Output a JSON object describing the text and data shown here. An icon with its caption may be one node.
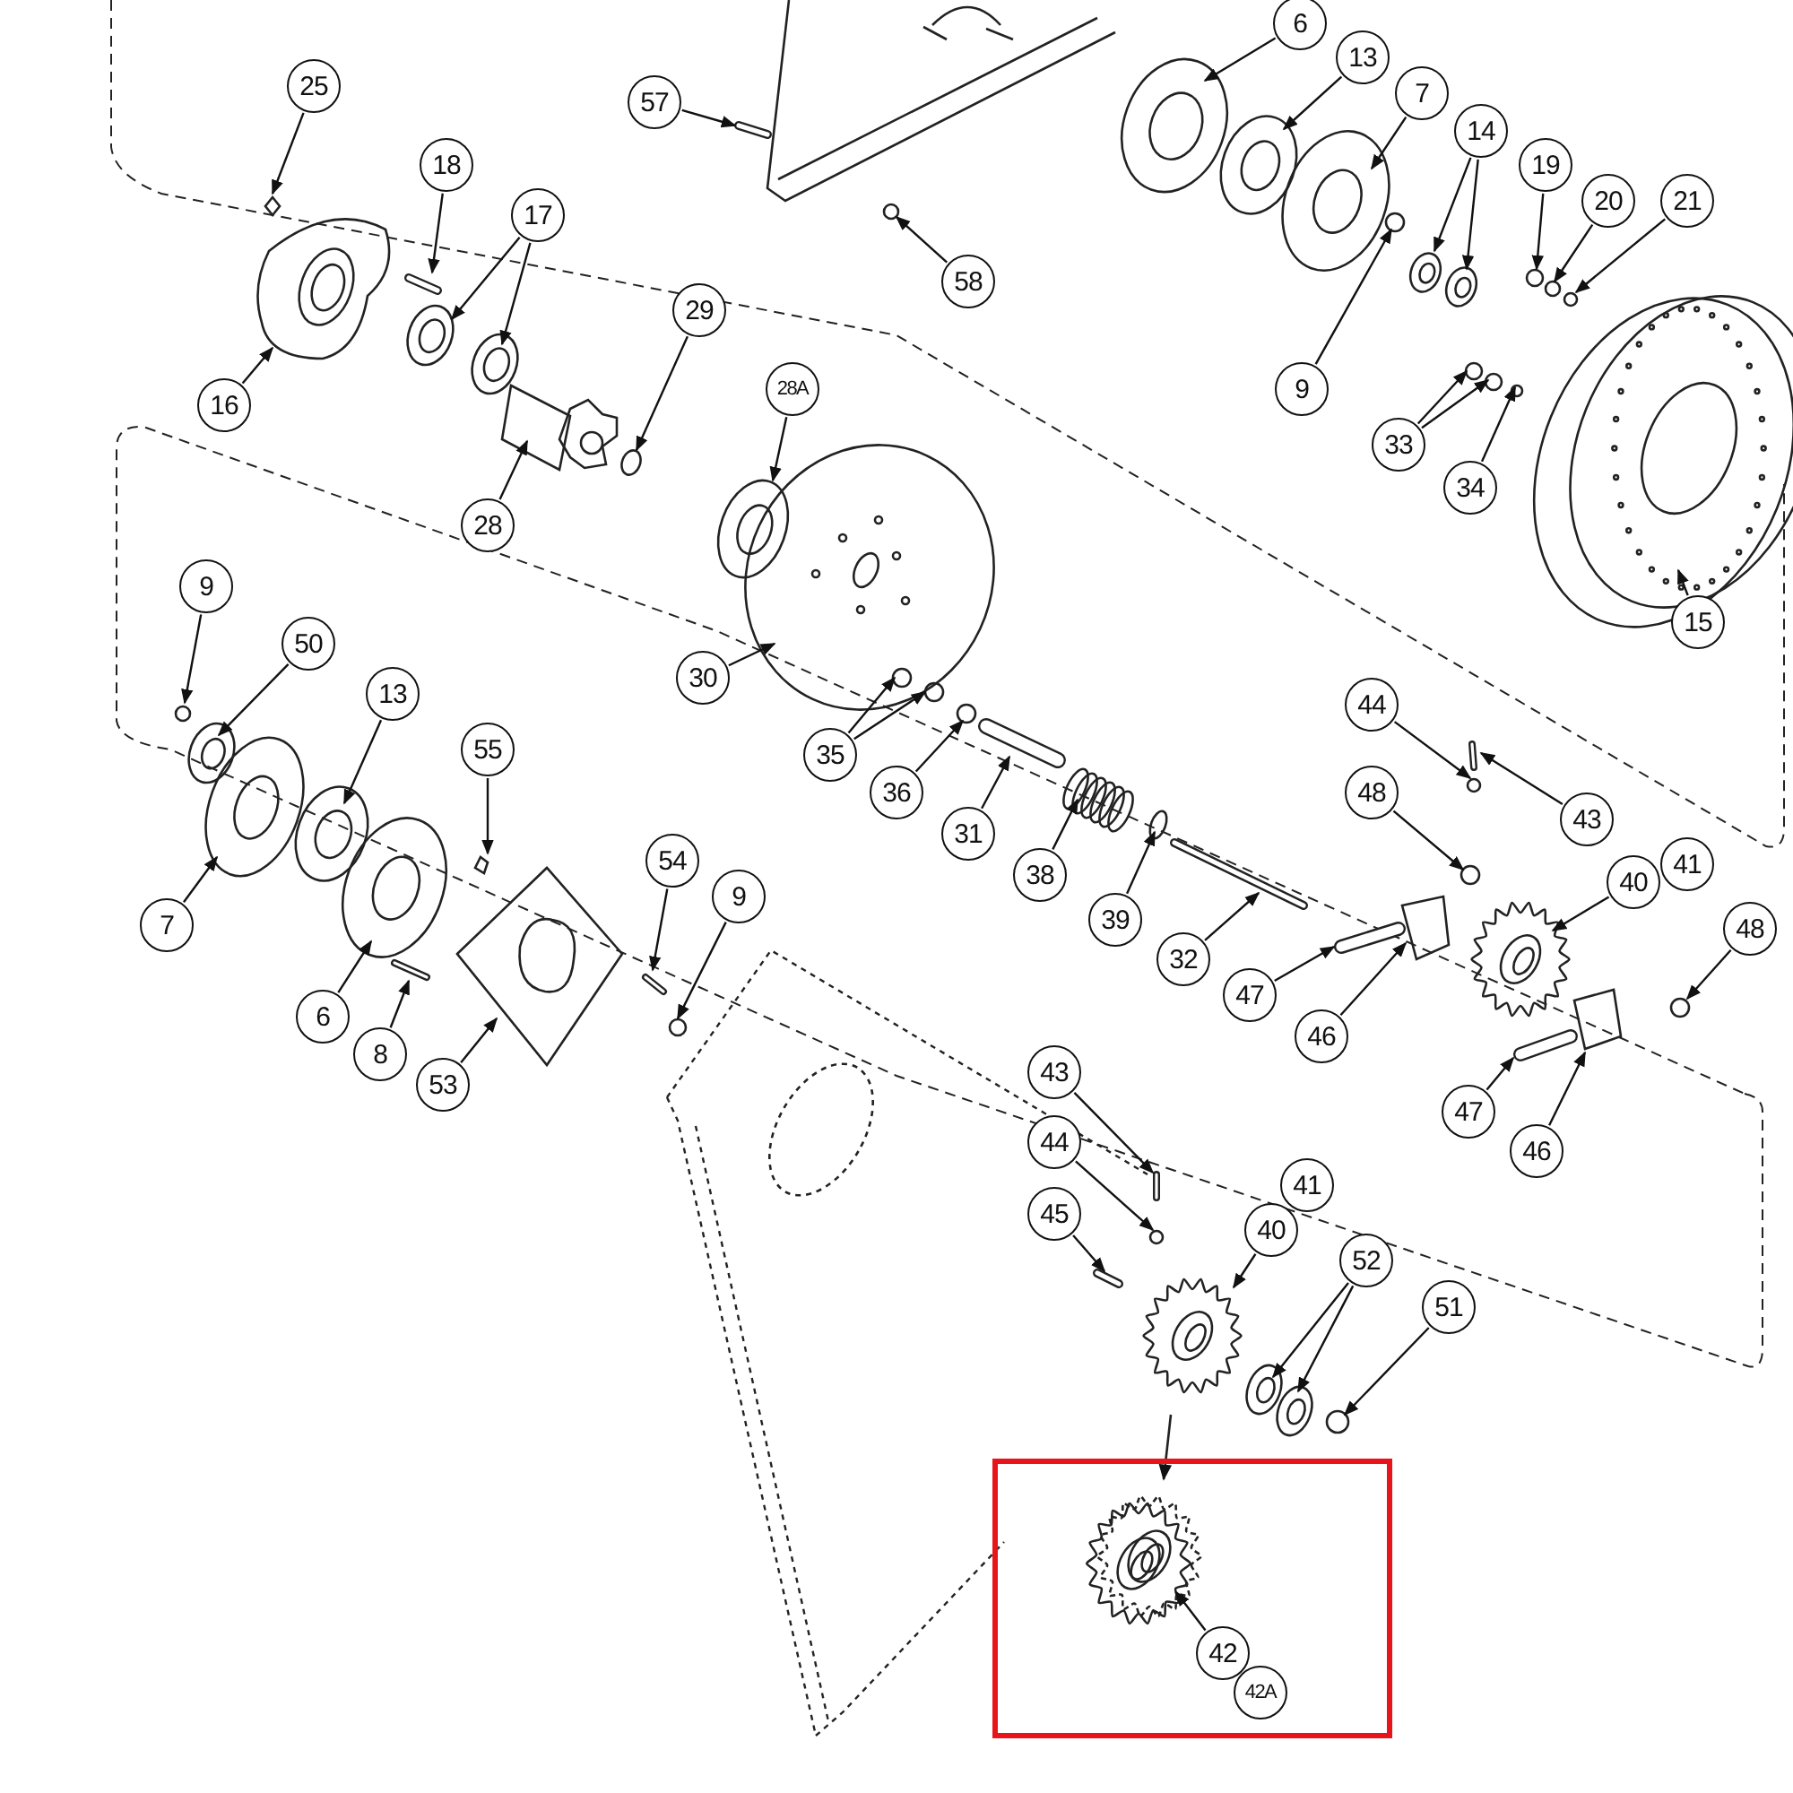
{
  "diagram": {
    "nodes": [
      {
        "text": [
          "25"
        ]
      },
      {
        "text": [
          "57"
        ]
      },
      {
        "text": [
          "6"
        ]
      },
      {
        "text": [
          "13"
        ]
      },
      {
        "text": [
          "7"
        ]
      },
      {
        "text": [
          "14"
        ]
      },
      {
        "text": [
          "19"
        ]
      },
      {
        "text": [
          "20"
        ]
      },
      {
        "text": [
          "21"
        ]
      },
      {
        "text": [
          "18"
        ]
      },
      {
        "text": [
          "17"
        ]
      },
      {
        "text": [
          "58"
        ]
      },
      {
        "text": [
          "29"
        ]
      },
      {
        "text": [
          "16"
        ]
      },
      {
        "text": [
          "9"
        ]
      },
      {
        "text": [
          "28A"
        ]
      },
      {
        "text": [
          "33"
        ]
      },
      {
        "text": [
          "34"
        ]
      },
      {
        "text": [
          "28"
        ]
      },
      {
        "text": [
          "15"
        ]
      },
      {
        "text": [
          "30"
        ]
      },
      {
        "text": [
          "9"
        ]
      },
      {
        "text": [
          "50"
        ]
      },
      {
        "text": [
          "13"
        ]
      },
      {
        "text": [
          "44"
        ]
      },
      {
        "text": [
          "35"
        ]
      },
      {
        "text": [
          "55"
        ]
      },
      {
        "text": [
          "48"
        ]
      },
      {
        "text": [
          "43"
        ]
      },
      {
        "text": [
          "36"
        ]
      },
      {
        "text": [
          "31"
        ]
      },
      {
        "text": [
          "38"
        ]
      },
      {
        "text": [
          "39"
        ]
      },
      {
        "text": [
          "41"
        ]
      },
      {
        "text": [
          "40"
        ]
      },
      {
        "text": [
          "48"
        ]
      },
      {
        "text": [
          "7"
        ]
      },
      {
        "text": [
          "32"
        ]
      },
      {
        "text": [
          "54"
        ]
      },
      {
        "text": [
          "9"
        ]
      },
      {
        "text": [
          "6"
        ]
      },
      {
        "text": [
          "47"
        ]
      },
      {
        "text": [
          "46"
        ]
      },
      {
        "text": [
          "8"
        ]
      },
      {
        "text": [
          "53"
        ]
      },
      {
        "text": [
          "47"
        ]
      },
      {
        "text": [
          "46"
        ]
      },
      {
        "text": [
          "43"
        ]
      },
      {
        "text": [
          "44"
        ]
      },
      {
        "text": [
          "45"
        ]
      },
      {
        "text": [
          "41"
        ]
      },
      {
        "text": [
          "40"
        ]
      },
      {
        "text": [
          "52"
        ]
      },
      {
        "text": [
          "51"
        ]
      },
      {
        "text": [
          "42"
        ]
      },
      {
        "text": [
          "42A"
        ]
      }
    ],
    "edges": [
      {
        "from": 0,
        "to": null,
        "arrow": "to"
      },
      {
        "from": 1,
        "to": null,
        "arrow": "to"
      },
      {
        "from": 2,
        "to": null,
        "arrow": "to"
      },
      {
        "from": 3,
        "to": null,
        "arrow": "to"
      },
      {
        "from": 4,
        "to": null,
        "arrow": "to"
      },
      {
        "from": 5,
        "to": null,
        "arrow": "to"
      },
      {
        "from": 5,
        "to": null,
        "arrow": "to"
      },
      {
        "from": 6,
        "to": null,
        "arrow": "to"
      },
      {
        "from": 7,
        "to": null,
        "arrow": "to"
      },
      {
        "from": 8,
        "to": null,
        "arrow": "to"
      },
      {
        "from": 9,
        "to": null,
        "arrow": "to"
      },
      {
        "from": 10,
        "to": null,
        "arrow": "to"
      },
      {
        "from": 10,
        "to": null,
        "arrow": "to"
      },
      {
        "from": 11,
        "to": null,
        "arrow": "to"
      },
      {
        "from": 12,
        "to": null,
        "arrow": "to"
      },
      {
        "from": 13,
        "to": null,
        "arrow": "to"
      },
      {
        "from": 14,
        "to": null,
        "arrow": "to"
      },
      {
        "from": 15,
        "to": null,
        "arrow": "to"
      },
      {
        "from": 16,
        "to": null,
        "arrow": "to"
      },
      {
        "from": 16,
        "to": null,
        "arrow": "to"
      },
      {
        "from": 17,
        "to": null,
        "arrow": "to"
      },
      {
        "from": 18,
        "to": null,
        "arrow": "to"
      },
      {
        "from": 19,
        "to": null,
        "arrow": "to"
      },
      {
        "from": 20,
        "to": null,
        "arrow": "to"
      },
      {
        "from": 21,
        "to": null,
        "arrow": "to"
      },
      {
        "from": 22,
        "to": null,
        "arrow": "to"
      },
      {
        "from": 23,
        "to": null,
        "arrow": "to"
      },
      {
        "from": 24,
        "to": null,
        "arrow": "to"
      },
      {
        "from": 25,
        "to": null,
        "arrow": "to"
      },
      {
        "from": 25,
        "to": null,
        "arrow": "to"
      },
      {
        "from": 26,
        "to": null,
        "arrow": "to"
      },
      {
        "from": 27,
        "to": null,
        "arrow": "to"
      },
      {
        "from": 28,
        "to": null,
        "arrow": "to"
      },
      {
        "from": 29,
        "to": null,
        "arrow": "to"
      },
      {
        "from": 30,
        "to": null,
        "arrow": "to"
      },
      {
        "from": 31,
        "to": null,
        "arrow": "to"
      },
      {
        "from": 32,
        "to": null,
        "arrow": "to"
      },
      {
        "from": 34,
        "to": null,
        "arrow": "to"
      },
      {
        "from": 35,
        "to": null,
        "arrow": "to"
      },
      {
        "from": 36,
        "to": null,
        "arrow": "to"
      },
      {
        "from": 37,
        "to": null,
        "arrow": "to"
      },
      {
        "from": 38,
        "to": null,
        "arrow": "to"
      },
      {
        "from": 39,
        "to": null,
        "arrow": "to"
      },
      {
        "from": 40,
        "to": null,
        "arrow": "to"
      },
      {
        "from": 41,
        "to": null,
        "arrow": "to"
      },
      {
        "from": 42,
        "to": null,
        "arrow": "to"
      },
      {
        "from": 43,
        "to": null,
        "arrow": "to"
      },
      {
        "from": 44,
        "to": null,
        "arrow": "to"
      },
      {
        "from": 45,
        "to": null,
        "arrow": "to"
      },
      {
        "from": 46,
        "to": null,
        "arrow": "to"
      },
      {
        "from": 47,
        "to": null,
        "arrow": "to"
      },
      {
        "from": 48,
        "to": null,
        "arrow": "to"
      },
      {
        "from": 49,
        "to": null,
        "arrow": "to"
      },
      {
        "from": 51,
        "to": null,
        "arrow": "to"
      },
      {
        "from": 52,
        "to": null,
        "arrow": "to"
      },
      {
        "from": 52,
        "to": null,
        "arrow": "to"
      },
      {
        "from": 53,
        "to": null,
        "arrow": "to"
      },
      {
        "from": 54,
        "to": null,
        "arrow": "to"
      }
    ]
  }
}
